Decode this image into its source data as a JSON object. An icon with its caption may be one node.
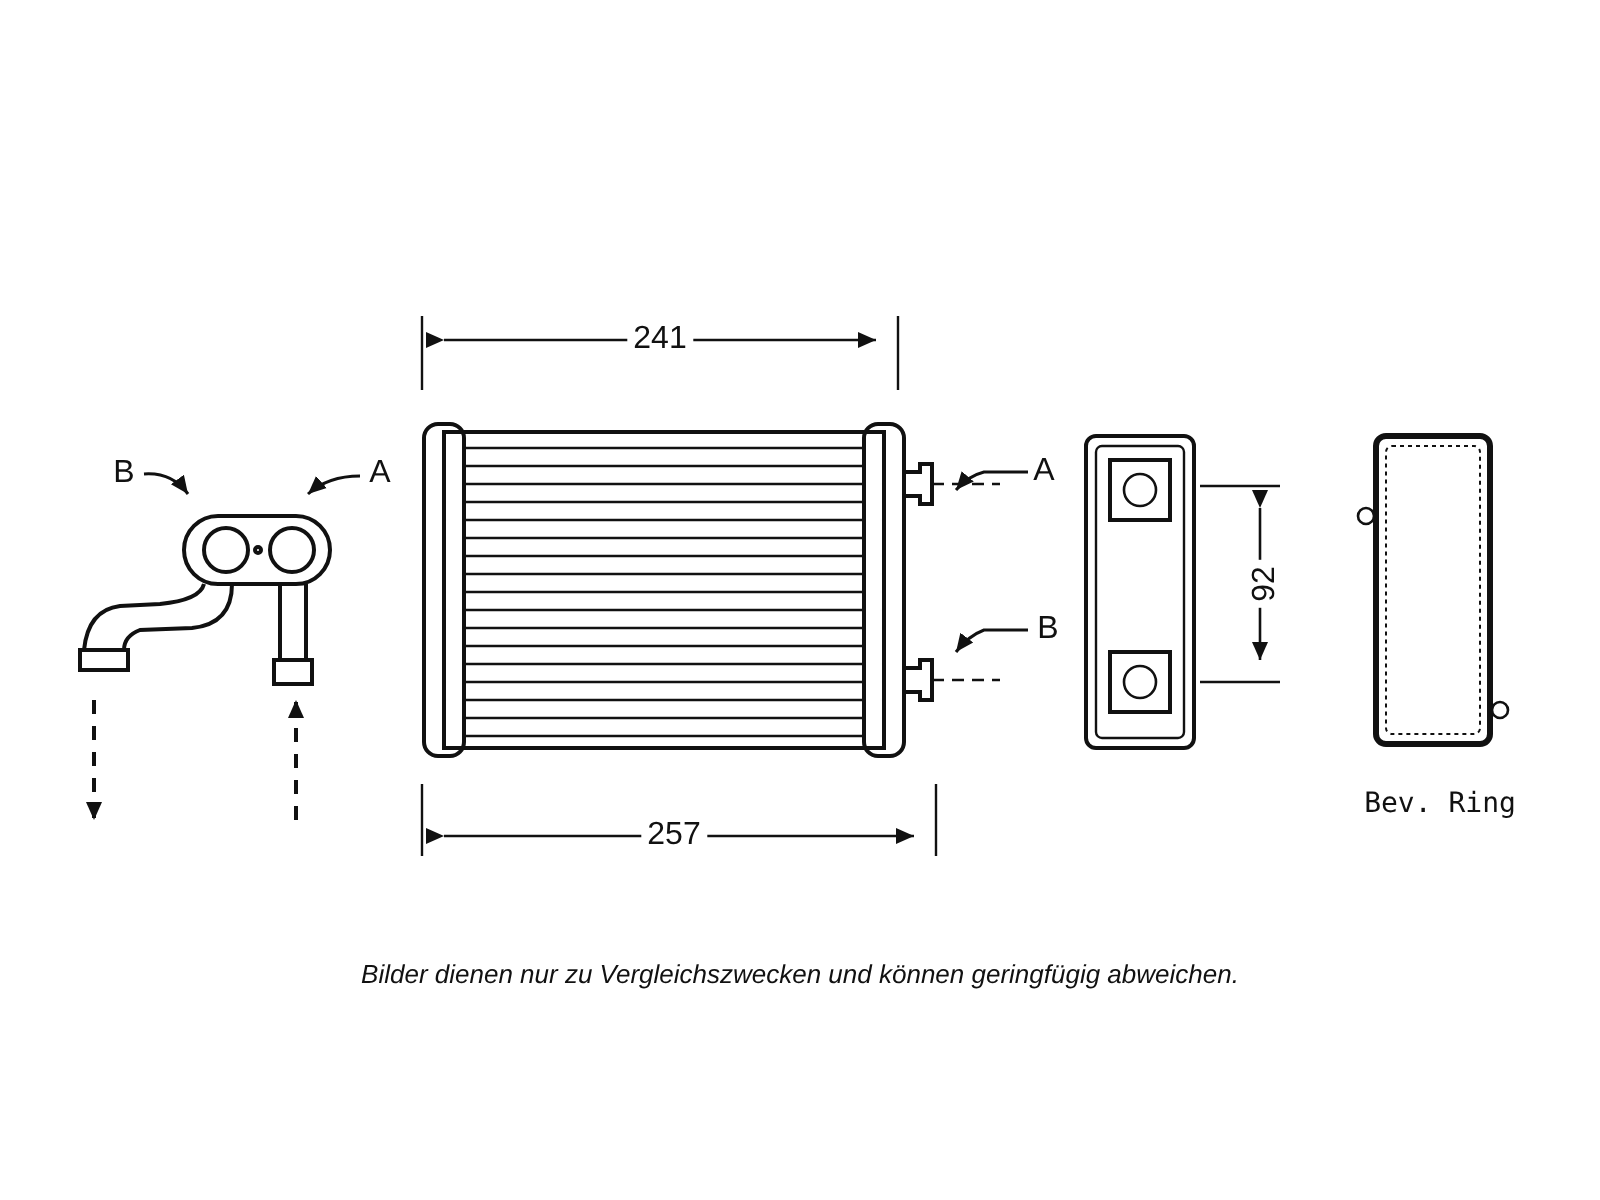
{
  "diagram": {
    "caption": "Bilder dienen nur zu Vergleichszwecken und können geringfügig abweichen.",
    "labels": [
      "241",
      "B",
      "A",
      "A",
      "92",
      "B",
      "Bev. Ring",
      "257"
    ]
  }
}
